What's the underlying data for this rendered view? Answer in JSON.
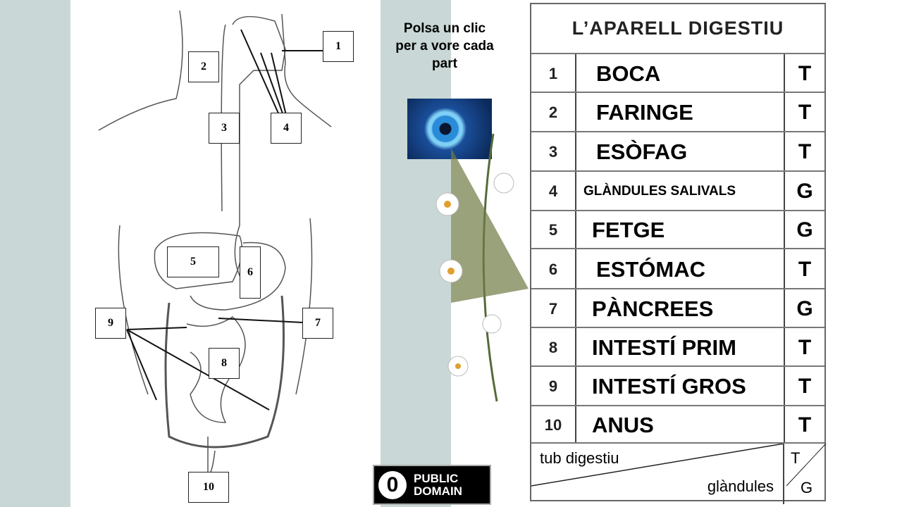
{
  "diagram": {
    "labels": [
      "1",
      "2",
      "3",
      "4",
      "5",
      "6",
      "7",
      "8",
      "9",
      "10"
    ]
  },
  "instruction": "Polsa un clic per a vore cada part",
  "badge": {
    "line1": "PUBLIC",
    "line2": "DOMAIN"
  },
  "table": {
    "title": "L’APARELL DIGESTIU",
    "rows": [
      {
        "num": "1",
        "name": "BOCA",
        "type": "T"
      },
      {
        "num": "2",
        "name": "FARINGE",
        "type": "T"
      },
      {
        "num": "3",
        "name": "ESÒFAG",
        "type": "T"
      },
      {
        "num": "4",
        "name": "GLÀNDULES SALIVALS",
        "type": "G"
      },
      {
        "num": "5",
        "name": "FETGE",
        "type": "G"
      },
      {
        "num": "6",
        "name": "ESTÓMAC",
        "type": "T"
      },
      {
        "num": "7",
        "name": "PÀNCREES",
        "type": "G"
      },
      {
        "num": "8",
        "name": "INTESTÍ PRIM",
        "type": "T"
      },
      {
        "num": "9",
        "name": "INTESTÍ GROS",
        "type": "T"
      },
      {
        "num": "10",
        "name": "ANUS",
        "type": "T"
      }
    ],
    "legend": {
      "tub": "tub digestiu",
      "gland": "glàndules",
      "t": "T",
      "g": "G"
    }
  }
}
